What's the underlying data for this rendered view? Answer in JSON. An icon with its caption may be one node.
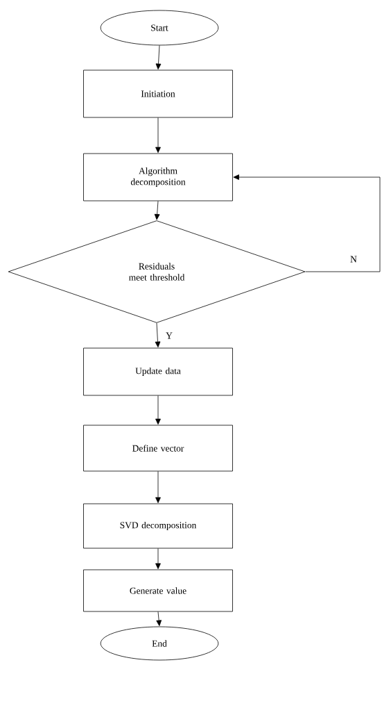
{
  "diagram": {
    "nodes": [
      {
        "text": [
          "Start"
        ]
      },
      {
        "text": [
          "Initiation"
        ]
      },
      {
        "text": [
          "Algorithm decomposition"
        ]
      },
      {
        "text": [
          "Residuals meet threshold"
        ]
      },
      {
        "text": [
          "Update data"
        ]
      },
      {
        "text": [
          "Define vector"
        ]
      },
      {
        "text": [
          "SVD decomposition"
        ]
      },
      {
        "text": [
          "Generate value"
        ]
      },
      {
        "text": [
          "End"
        ]
      }
    ],
    "edges": [
      {
        "from": 0,
        "to": 1,
        "arrow": "to"
      },
      {
        "from": 1,
        "to": 2,
        "arrow": "to"
      },
      {
        "from": 2,
        "to": 3,
        "arrow": "to"
      },
      {
        "from": 3,
        "to": 4,
        "arrow": "to",
        "label": "Y"
      },
      {
        "from": 4,
        "to": 5,
        "arrow": "to"
      },
      {
        "from": 5,
        "to": 6,
        "arrow": "to"
      },
      {
        "from": 6,
        "to": 7,
        "arrow": "to"
      },
      {
        "from": 7,
        "to": 8,
        "arrow": "to"
      },
      {
        "from": 3,
        "to": 2,
        "arrow": "to",
        "label": "N"
      }
    ]
  }
}
